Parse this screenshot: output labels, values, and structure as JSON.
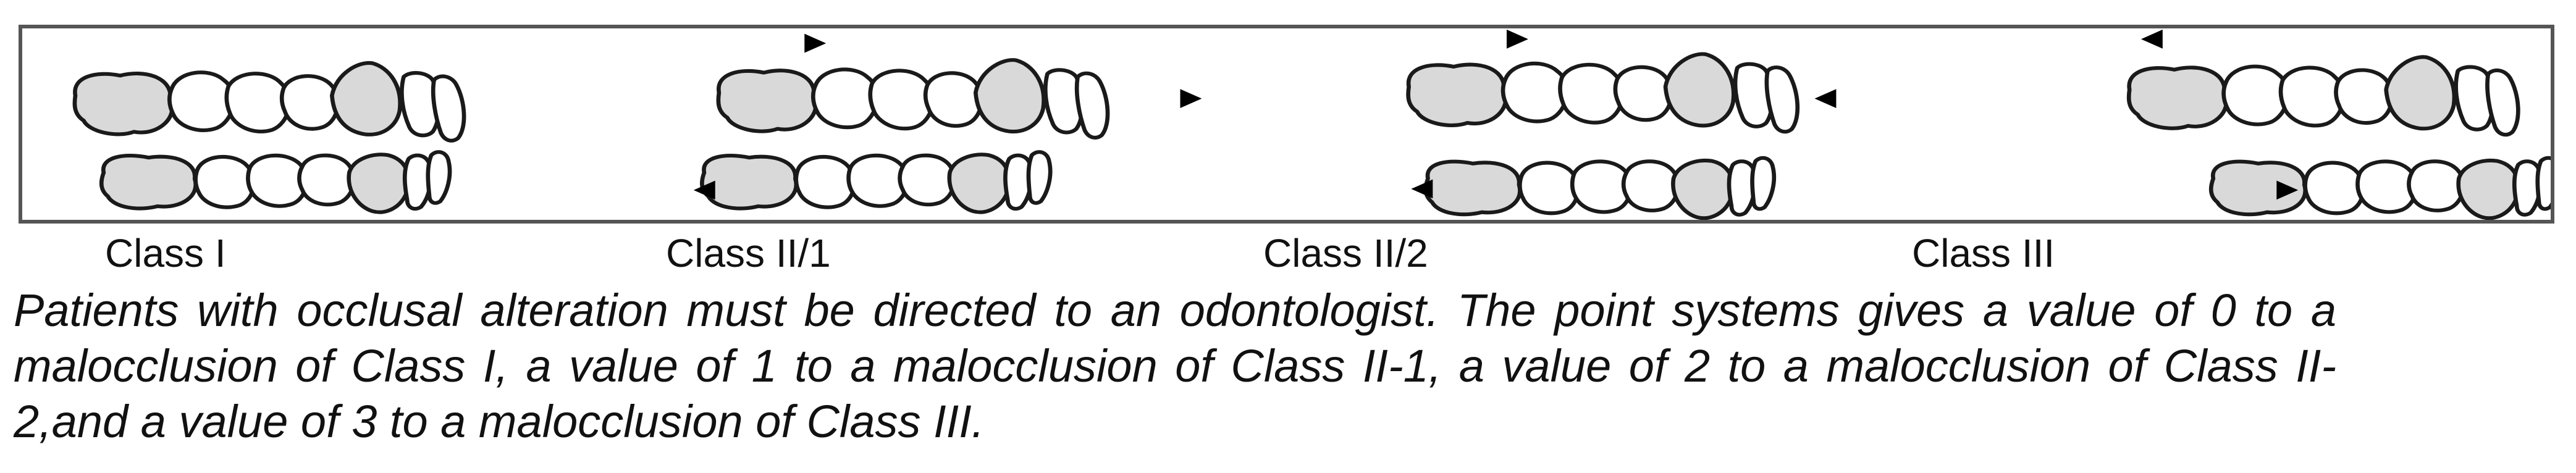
{
  "panels": [
    {
      "label": "Class I"
    },
    {
      "label": "Class II/1"
    },
    {
      "label": "Class II/2"
    },
    {
      "label": "Class III"
    }
  ],
  "caption": "Patients with occlusal alteration must be directed to an odontologist. The point systems gives a value of 0 to a malocclusion of Class I, a value of 1 to a malocclusion of Class II-1, a value of 2 to a malocclusion of Class II-2,and a value of 3 to a malocclusion of Class III.",
  "colors": {
    "border": "#555555",
    "tooth_fill_grey": "#d9d9d9",
    "tooth_fill_white": "#ffffff",
    "arrow": "#3a3330"
  },
  "icons": [
    "molar-icon",
    "tooth-icon",
    "incisor-icon",
    "arrow-left-icon",
    "arrow-right-icon"
  ]
}
